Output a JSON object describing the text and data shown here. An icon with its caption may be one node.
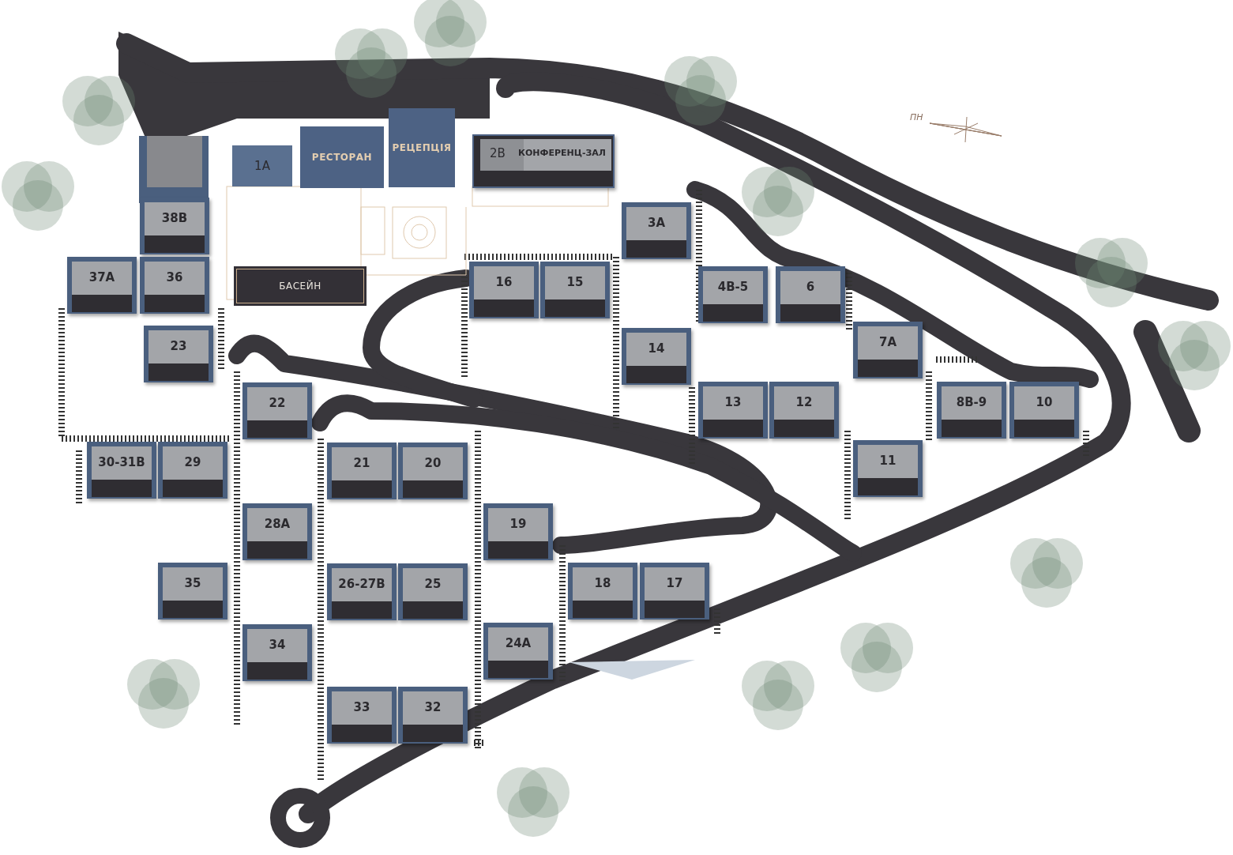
{
  "diagram": {
    "nodes": [
      {
        "text": [
          "1А"
        ]
      },
      {
        "text": [
          "РЕСТОРАН"
        ]
      },
      {
        "text": [
          "РЕЦЕПЦІЯ"
        ]
      },
      {
        "text": [
          "2В",
          "КОНФЕРЕНЦ-ЗАЛ"
        ]
      },
      {
        "text": [],
        "shape": "box"
      },
      {
        "text": [
          "38В"
        ]
      },
      {
        "text": [
          "3А"
        ]
      },
      {
        "text": [
          "37А"
        ]
      },
      {
        "text": [
          "36"
        ]
      },
      {
        "text": [
          "16"
        ]
      },
      {
        "text": [
          "15"
        ]
      },
      {
        "text": [
          "БАСЕЙН"
        ]
      },
      {
        "text": [
          "4В-5"
        ]
      },
      {
        "text": [
          "6"
        ]
      },
      {
        "text": [
          "7А"
        ]
      },
      {
        "text": [
          "14"
        ]
      },
      {
        "text": [
          "23"
        ]
      },
      {
        "text": [
          "13"
        ]
      },
      {
        "text": [
          "12"
        ]
      },
      {
        "text": [
          "8В-9"
        ]
      },
      {
        "text": [
          "10"
        ]
      },
      {
        "text": [
          "22"
        ]
      },
      {
        "text": [
          "30-31В"
        ]
      },
      {
        "text": [
          "29"
        ]
      },
      {
        "text": [
          "21"
        ]
      },
      {
        "text": [
          "20"
        ]
      },
      {
        "text": [
          "11"
        ]
      },
      {
        "text": [
          "28А"
        ]
      },
      {
        "text": [
          "19"
        ]
      },
      {
        "text": [
          "35"
        ]
      },
      {
        "text": [
          "26-27В"
        ]
      },
      {
        "text": [
          "25"
        ]
      },
      {
        "text": [
          "18"
        ]
      },
      {
        "text": [
          "17"
        ]
      },
      {
        "text": [
          "34"
        ]
      },
      {
        "text": [
          "24А"
        ]
      },
      {
        "text": [
          "33"
        ]
      },
      {
        "text": [
          "32"
        ]
      }
    ],
    "labels": [
      "ПН"
    ]
  }
}
